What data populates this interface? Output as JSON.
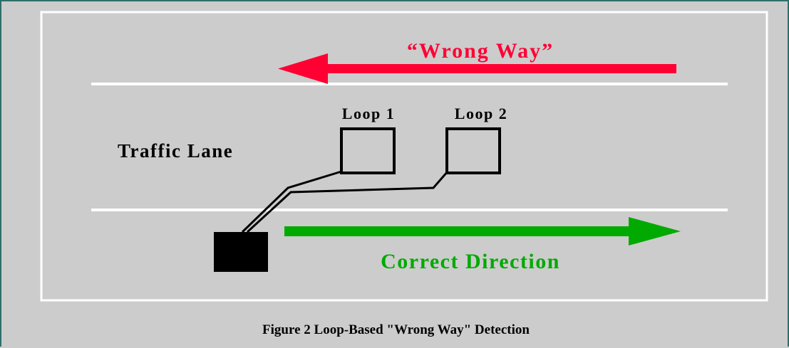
{
  "diagram": {
    "wrong_way_label": "“Wrong Way”",
    "correct_direction_label": "Correct Direction",
    "traffic_lane_label": "Traffic Lane",
    "loop1_label": "Loop 1",
    "loop2_label": "Loop 2",
    "colors": {
      "background": "#cccccc",
      "panel_border": "#ffffff",
      "lane_line": "#ffffff",
      "wrong_way": "#ff0033",
      "correct_direction": "#00aa00",
      "loop_outline": "#000000",
      "controller_box": "#000000",
      "frame_border": "#2e6f6a"
    }
  },
  "caption": "Figure 2 Loop-Based \"Wrong Way\" Detection"
}
